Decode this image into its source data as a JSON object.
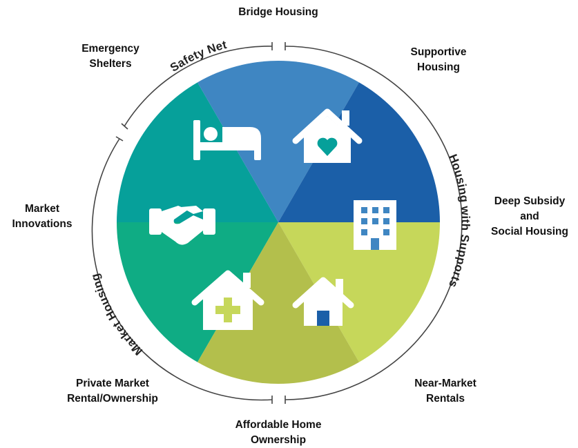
{
  "labels": {
    "bridge_housing": "Bridge Housing",
    "emergency_shelters": [
      "Emergency",
      "Shelters"
    ],
    "supportive_housing": [
      "Supportive",
      "Housing"
    ],
    "deep_subsidy": [
      "Deep Subsidy",
      "and",
      "Social Housing"
    ],
    "market_innovations": [
      "Market",
      "Innovations"
    ],
    "private_market": [
      "Private Market",
      "Rental/Ownership"
    ],
    "near_market": [
      "Near-Market",
      "Rentals"
    ],
    "affordable_home": [
      "Affordable Home",
      "Ownership"
    ]
  },
  "arc_labels": {
    "safety_net": "Safety Net",
    "housing_with_supports": "Housing with Supports",
    "market_housing": "Market Housing"
  },
  "segments": [
    {
      "name": "emergency-shelters",
      "color": "#0fac84",
      "icon": "bed-icon"
    },
    {
      "name": "supportive-housing",
      "color": "#06a09a",
      "icon": "house-heart-icon"
    },
    {
      "name": "deep-subsidy-social-housing",
      "color": "#3f86c2",
      "icon": "apartment-building-icon"
    },
    {
      "name": "near-market-rentals",
      "color": "#1b5fa8",
      "icon": "house-icon"
    },
    {
      "name": "affordable-home-ownership",
      "color": "#c6d75a",
      "icon": "house-plus-icon"
    },
    {
      "name": "market-innovations",
      "color": "#b3bf4c",
      "icon": "handshake-icon"
    }
  ]
}
